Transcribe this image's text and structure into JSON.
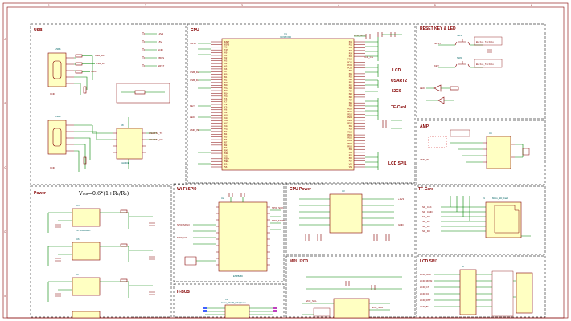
{
  "sheet": {
    "frame_letters_top": [
      "1",
      "2",
      "3",
      "4",
      "5",
      "6"
    ],
    "frame_letters_side": [
      "A",
      "B",
      "C",
      "D",
      "E"
    ]
  },
  "sections": {
    "usb": "USB",
    "cpu": "CPU",
    "reset_key_led": "RESET KEY & LED",
    "amp": "AMP",
    "power": "Power",
    "wifi_spi0": "Wi-Fi SPI0",
    "cpu_power": "CPU Power",
    "tf_card_top": "TF-Card",
    "mpu_i2c0": "MPU I2C0",
    "lcd_spi1": "LCD SPI1",
    "h_bus": "H-BUS"
  },
  "cpu_side_labels": {
    "lcd": "LCD",
    "usart2": "USART2",
    "i2c0": "I2C0",
    "tf_card": "TF-Card",
    "lcd_spi1": "LCD SPI1"
  },
  "formula": "Vₒᵤₜ=0.6*(1+R₁/R₂)",
  "refs": {
    "usb1": "USB1",
    "usb2": "USB2",
    "mcu": "U1",
    "mcu_value": "GD32F303",
    "wifi": "U2",
    "wifi_value": "ESP8266",
    "cpu_pwr": "U3",
    "amp": "U4",
    "tf": "J1",
    "tf_value": "Micro_SD_Card",
    "lcd_conn": "J2",
    "hbus_conn": "J3",
    "hbus_value": "Conn_02x08_Odd_Even",
    "reg1": "U5",
    "reg2": "U6",
    "reg3": "U7",
    "reg_value": "SY8089AAAC",
    "sw_reset": "SW1",
    "sw_reset_value": "Button_Tactile",
    "sw_user": "SW2",
    "sw_user_value": "Button_Tactile",
    "ch340": "U8",
    "ch340_value": "CH340E"
  },
  "mcu_left_pins": [
    "RESET",
    "BOOT0",
    "PC14",
    "PC15",
    "PA0",
    "PA1",
    "PA2",
    "PA3",
    "PA4",
    "PA5",
    "PA6",
    "PA7",
    "PB0",
    "PB1",
    "PB2",
    "PB10",
    "PB11",
    "PB12",
    "PB13",
    "PB14",
    "PB15",
    "PC6",
    "PC7",
    "PC8",
    "PC9",
    "PA8",
    "PA9",
    "PA10",
    "PA11",
    "PA12",
    "PA13",
    "PA14",
    "PA15",
    "PB3",
    "PB4",
    "PB5",
    "PB6",
    "PB7",
    "PB8",
    "PB9",
    "VBAT",
    "VDDA",
    "VSSA",
    "VREF+",
    "VREF-",
    "VDD",
    "VSS"
  ],
  "mcu_right_pins": [
    "PC0",
    "PC1",
    "PC2",
    "PC3",
    "PC4",
    "PC5",
    "PC10",
    "PC11",
    "PC12",
    "PC13",
    "PD0",
    "PD1",
    "PD2",
    "PE0",
    "PE1",
    "PE2",
    "PE3",
    "PE4",
    "PE5",
    "PE6",
    "PE7",
    "PE8",
    "PE9",
    "PE10",
    "PE11",
    "PE12",
    "PE13",
    "PE14",
    "PE15",
    "PD8",
    "PD9",
    "PD10",
    "PD11",
    "PD12",
    "PD13",
    "PD14",
    "PD15",
    "PD3",
    "PD4",
    "PD5",
    "PD6",
    "PD7",
    "VDD",
    "VSS"
  ],
  "net_labels": {
    "usb_dp": "USB_D+",
    "usb_dm": "USB_D-",
    "usart_tx": "USART2_TX",
    "usart_rx": "USART2_RX",
    "lcd_sck": "LCD_SCK",
    "lcd_mosi": "LCD_MOSI",
    "lcd_cs": "LCD_CS",
    "lcd_dc": "LCD_DC",
    "lcd_rst": "LCD_RST",
    "lcd_bl": "LCD_BL",
    "i2c_scl": "I2C0_SCL",
    "i2c_sda": "I2C0_SDA",
    "sd_clk": "SD_CLK",
    "sd_cmd": "SD_CMD",
    "sd_d0": "SD_D0",
    "sd_d1": "SD_D1",
    "sd_d2": "SD_D2",
    "sd_d3": "SD_D3",
    "wifi_sck": "SPI0_SCK",
    "wifi_miso": "SPI0_MISO",
    "wifi_mosi": "SPI0_MOSI",
    "wifi_cs": "SPI0_CS",
    "vcc": "+3V3",
    "vbus": "VBUS",
    "gnd": "GND",
    "v5": "+5V",
    "nrst": "NRST",
    "key": "KEY",
    "led": "LED",
    "amp_in": "AMP_IN"
  }
}
